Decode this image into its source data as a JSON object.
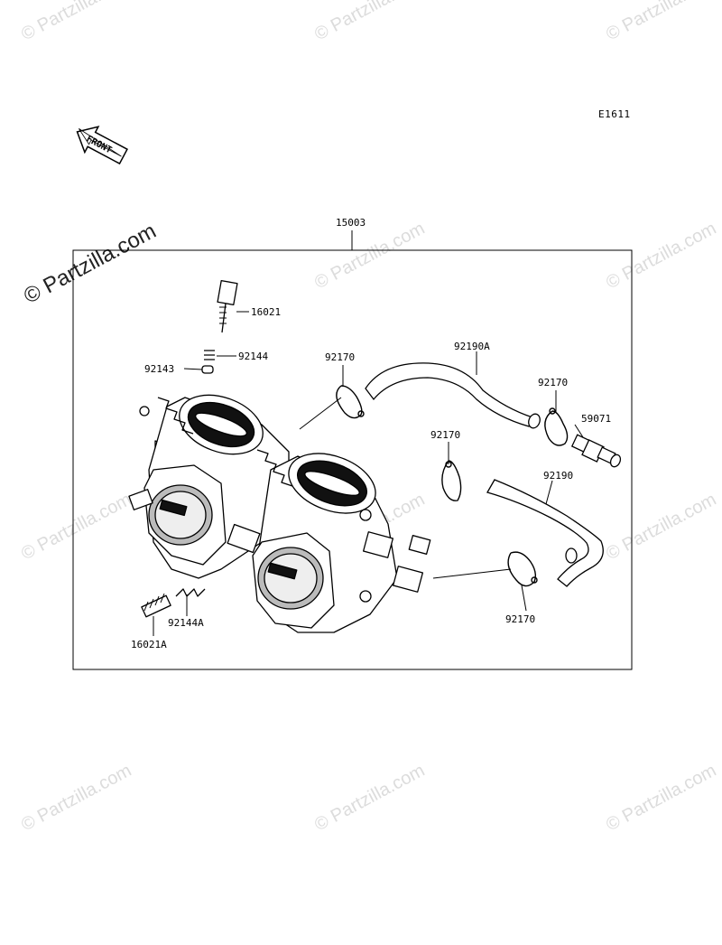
{
  "diagram_code": "E1611",
  "front_label": "FRONT",
  "watermark": "© Partzilla.com",
  "assembly_label": "15003",
  "labels": {
    "p16021": "16021",
    "p92144": "92144",
    "p92143": "92143",
    "p92170_top": "92170",
    "p92190A": "92190A",
    "p92170_right": "92170",
    "p59071": "59071",
    "p92170_mid": "92170",
    "p92190": "92190",
    "p92170_bottom": "92170",
    "p92144A": "92144A",
    "p16021A": "16021A"
  }
}
